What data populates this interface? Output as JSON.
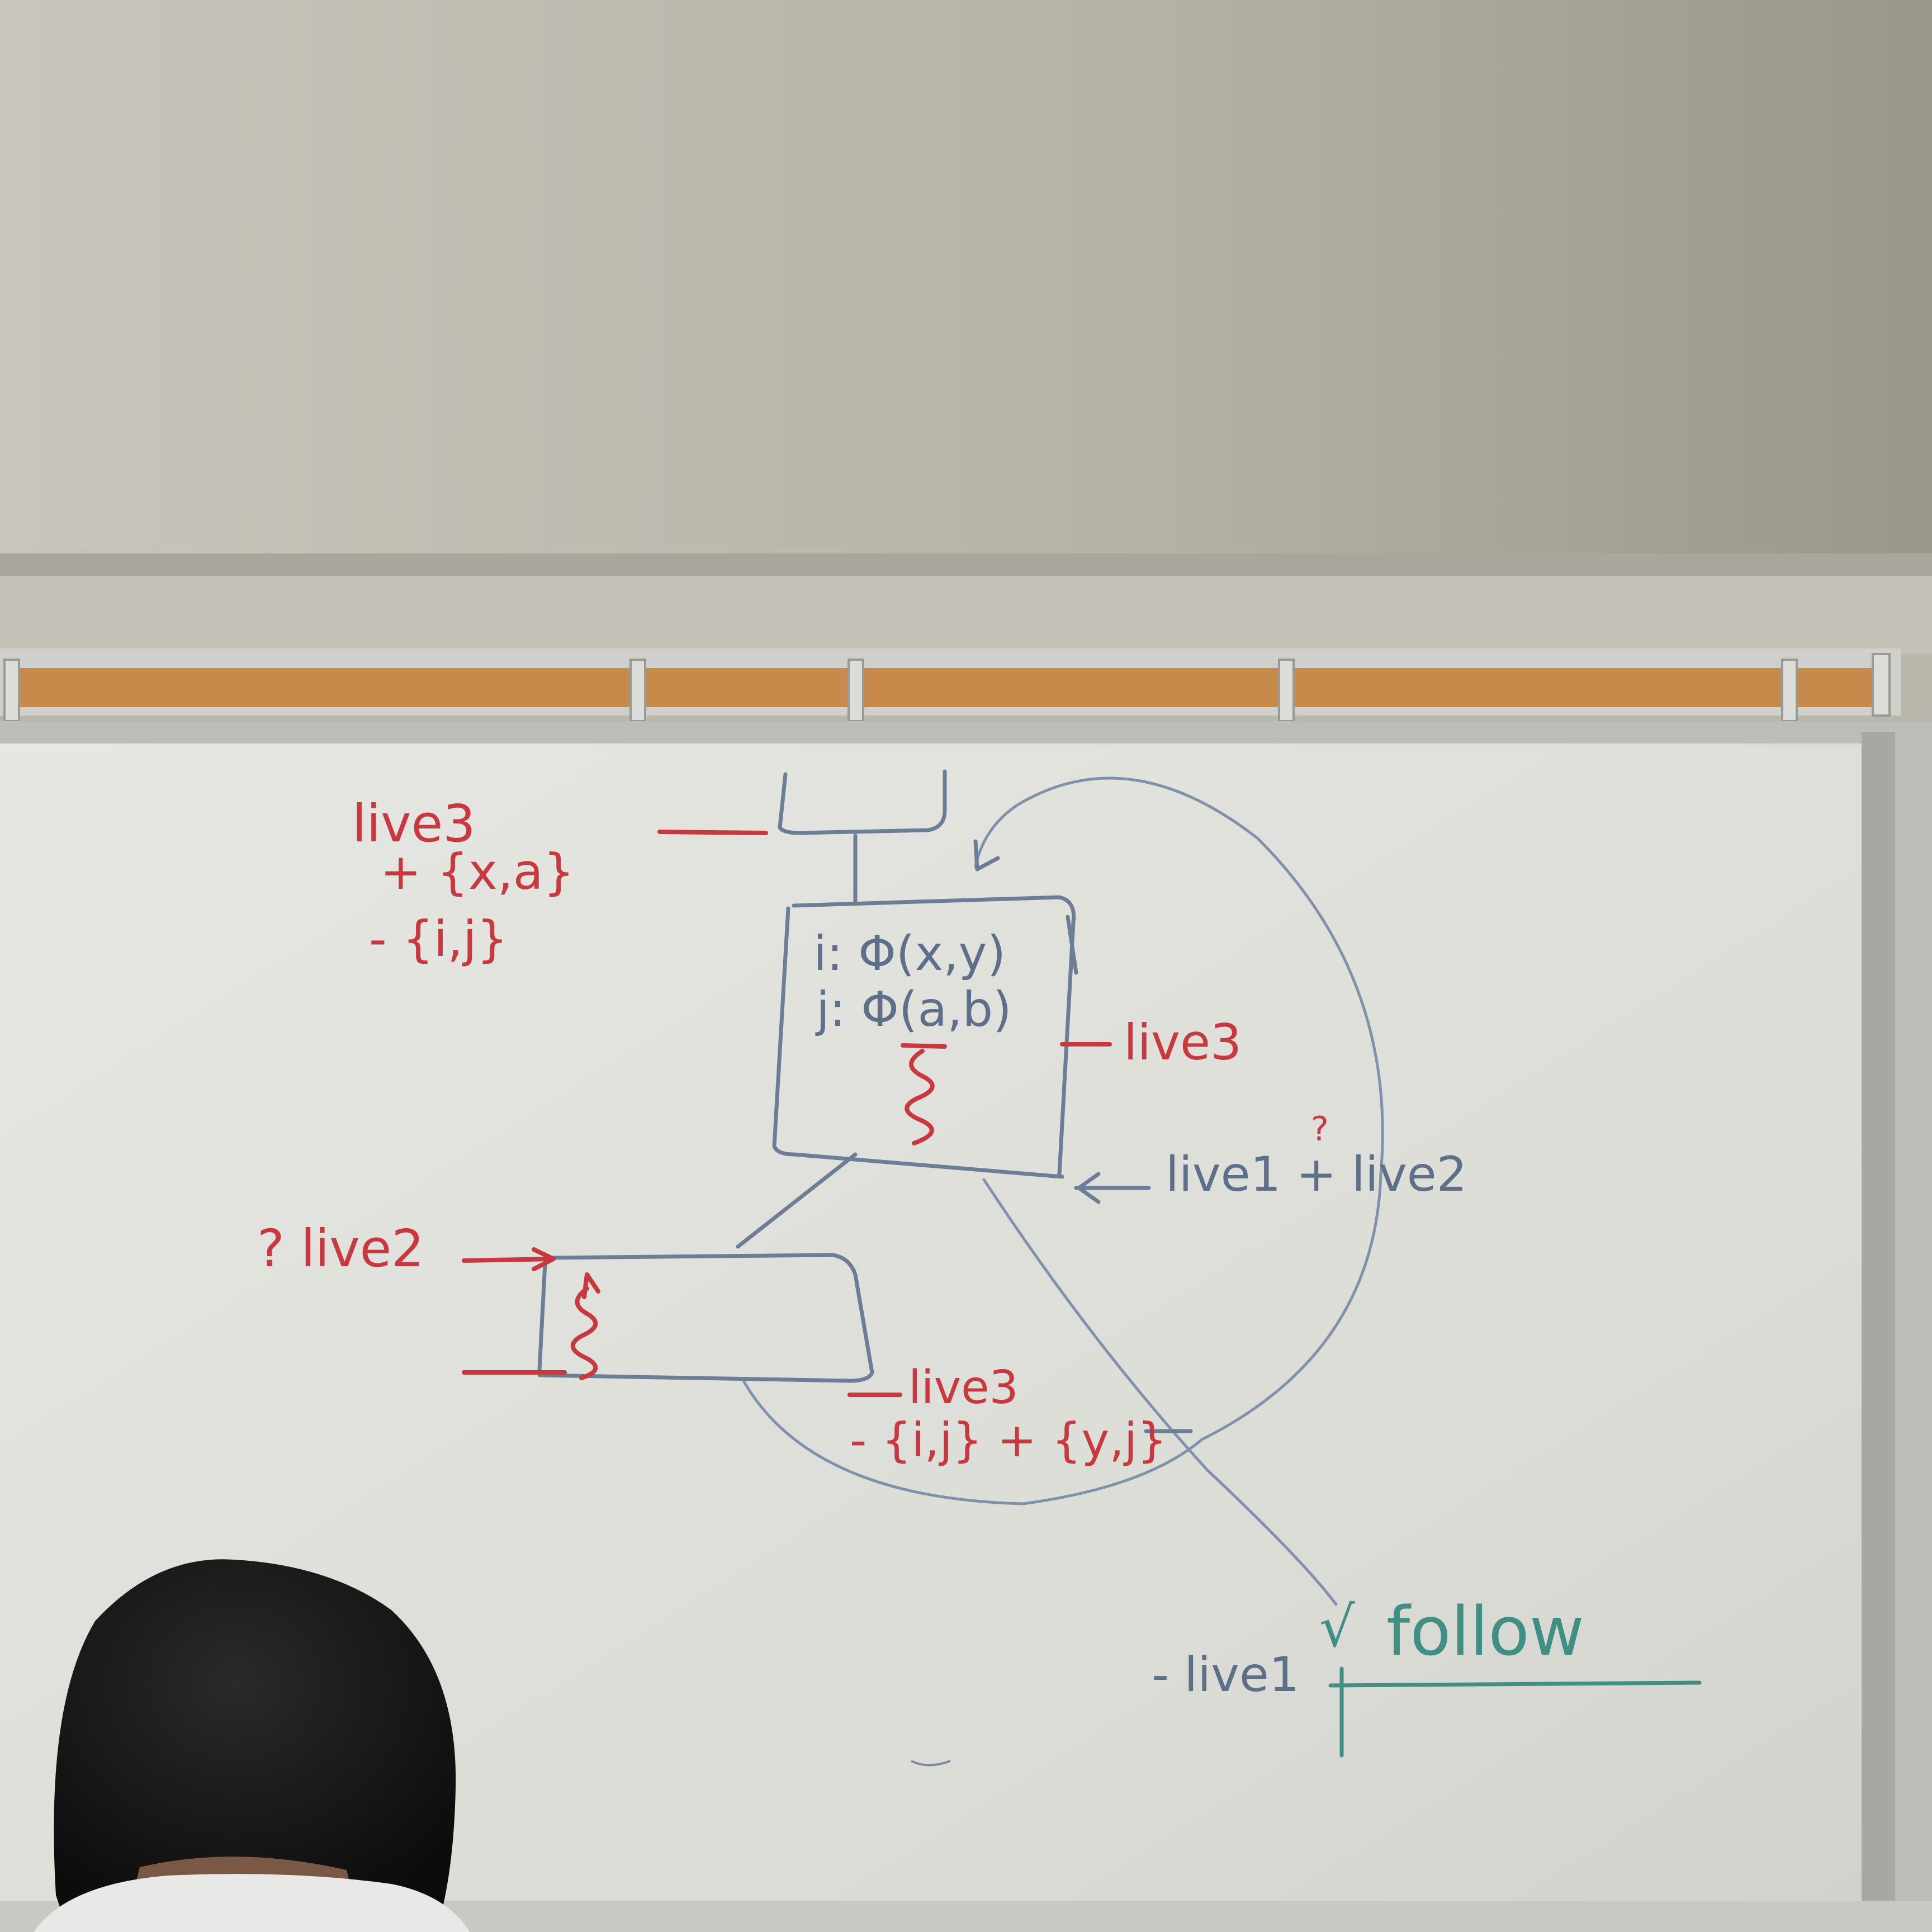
{
  "colors": {
    "wall": "#b9b6ab",
    "cork_strip": "#c78a4b",
    "whiteboard": "#e1e1dc",
    "marker_red": "#c8383e",
    "marker_blue": "#5e6f8a",
    "marker_green": "#3f8f84",
    "hair": "#141414"
  },
  "annotations": {
    "top_left_live": "live3",
    "top_left_plus": "+ {x,a}",
    "top_left_minus": "- {i,j}",
    "phi_line_1": "i: Φ(x,y)",
    "phi_line_2": "j: Φ(a,b)",
    "right_live3": "live3",
    "live1_plus_live2_main": "live1 + live2",
    "live1_plus_live2_mark": "?",
    "left_live2": "? live2",
    "lower_live3": "live3",
    "lower_formula": "- {i,j} + {y,j}",
    "bottom_live1": "- live1",
    "follow_check": "√",
    "follow_word": "follow"
  }
}
